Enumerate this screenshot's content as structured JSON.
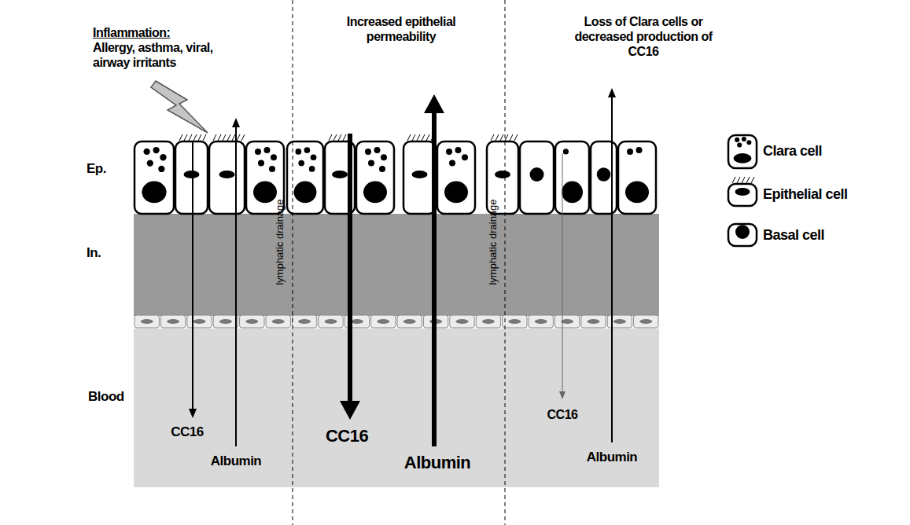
{
  "diagram": {
    "labels": [
      "Inflammation:",
      "Allergy, asthma, viral, airway irritants",
      "Increased epithelial permeability",
      "Loss of Clara cells or decreased production of CC16",
      "Ep.",
      "In.",
      "Blood",
      "lymphatic drainage",
      "lymphatic drainage",
      "CC16",
      "Albumin",
      "CC16",
      "Albumin",
      "CC16",
      "Albumin"
    ],
    "legend": [
      {
        "text": "Clara cell"
      },
      {
        "text": "Epithelial cell"
      },
      {
        "text": "Basal cell"
      }
    ]
  }
}
